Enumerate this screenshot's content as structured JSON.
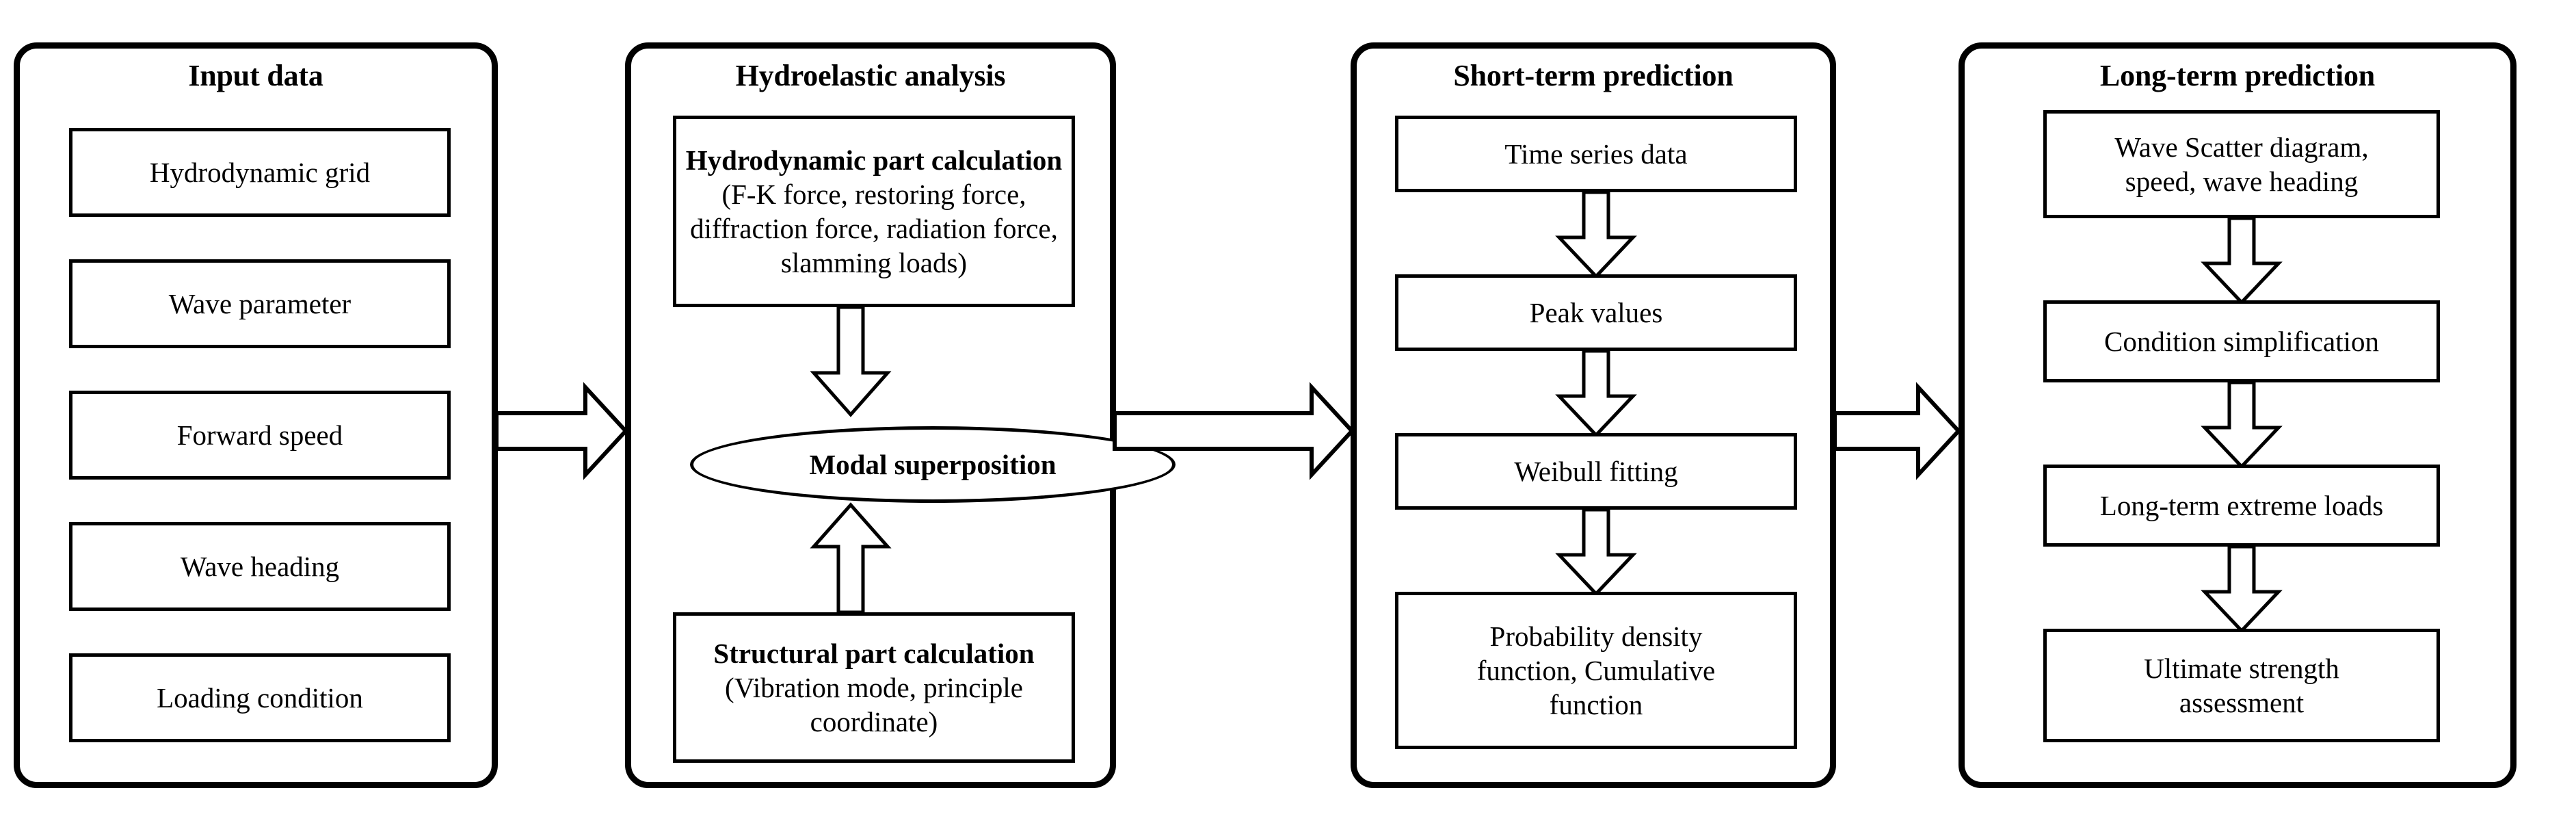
{
  "diagram": {
    "title": "Hydroelastic analysis and extreme load prediction flowchart",
    "background_color": "#ffffff",
    "line_color": "#000000",
    "panels": [
      {
        "id": "input-data",
        "title": "Input data",
        "nodes": [
          {
            "id": "hydrodynamic-grid",
            "lines": [
              {
                "text": "Hydrodynamic grid",
                "bold": false
              }
            ]
          },
          {
            "id": "wave-parameter",
            "lines": [
              {
                "text": "Wave parameter",
                "bold": false
              }
            ]
          },
          {
            "id": "forward-speed",
            "lines": [
              {
                "text": "Forward speed",
                "bold": false
              }
            ]
          },
          {
            "id": "wave-heading",
            "lines": [
              {
                "text": "Wave heading",
                "bold": false
              }
            ]
          },
          {
            "id": "loading-condition",
            "lines": [
              {
                "text": "Loading condition",
                "bold": false
              }
            ]
          }
        ]
      },
      {
        "id": "hydroelastic-analysis",
        "title": "Hydroelastic analysis",
        "nodes": [
          {
            "id": "hydrodynamic-part-calculation",
            "lines": [
              {
                "text": "Hydrodynamic part calculation",
                "bold": true
              },
              {
                "text": "(F-K force, restoring force,",
                "bold": false
              },
              {
                "text": "diffraction force, radiation force,",
                "bold": false
              },
              {
                "text": "slamming loads)",
                "bold": false
              }
            ]
          },
          {
            "id": "modal-superposition",
            "shape": "ellipse",
            "lines": [
              {
                "text": "Modal superposition",
                "bold": true
              }
            ]
          },
          {
            "id": "structural-part-calculation",
            "lines": [
              {
                "text": "Structural part calculation",
                "bold": true
              },
              {
                "text": "(Vibration mode, principle",
                "bold": false
              },
              {
                "text": "coordinate)",
                "bold": false
              }
            ]
          }
        ]
      },
      {
        "id": "short-term-prediction",
        "title": "Short-term prediction",
        "nodes": [
          {
            "id": "time-series-data",
            "lines": [
              {
                "text": "Time series data",
                "bold": false
              }
            ]
          },
          {
            "id": "peak-values",
            "lines": [
              {
                "text": "Peak values",
                "bold": false
              }
            ]
          },
          {
            "id": "weibull-fitting",
            "lines": [
              {
                "text": "Weibull fitting",
                "bold": false
              }
            ]
          },
          {
            "id": "probability-density-function",
            "lines": [
              {
                "text": "Probability density",
                "bold": false
              },
              {
                "text": "function, Cumulative",
                "bold": false
              },
              {
                "text": "function",
                "bold": false
              }
            ]
          }
        ]
      },
      {
        "id": "long-term-prediction",
        "title": "Long-term prediction",
        "nodes": [
          {
            "id": "wave-scatter-diagram",
            "lines": [
              {
                "text": "Wave Scatter diagram,",
                "bold": false
              },
              {
                "text": "speed, wave heading",
                "bold": false
              }
            ]
          },
          {
            "id": "condition-simplification",
            "lines": [
              {
                "text": "Condition simplification",
                "bold": false
              }
            ]
          },
          {
            "id": "long-term-extreme-loads",
            "lines": [
              {
                "text": "Long-term extreme loads",
                "bold": false
              }
            ]
          },
          {
            "id": "ultimate-strength-assessment",
            "lines": [
              {
                "text": "Ultimate strength",
                "bold": false
              },
              {
                "text": "assessment",
                "bold": false
              }
            ]
          }
        ]
      }
    ],
    "connectors": {
      "between_panels": [
        {
          "id": "input-to-hydroelastic",
          "direction": "right"
        },
        {
          "id": "hydroelastic-to-shortterm",
          "direction": "right"
        },
        {
          "id": "shortterm-to-longterm",
          "direction": "right"
        }
      ],
      "within_panels": [
        {
          "id": "hydrodynamic-to-modal",
          "direction": "down"
        },
        {
          "id": "structural-to-modal",
          "direction": "up"
        },
        {
          "id": "timeseries-to-peak",
          "direction": "down"
        },
        {
          "id": "peak-to-weibull",
          "direction": "down"
        },
        {
          "id": "weibull-to-pdf",
          "direction": "down"
        },
        {
          "id": "scatter-to-condition",
          "direction": "down"
        },
        {
          "id": "condition-to-loads",
          "direction": "down"
        },
        {
          "id": "loads-to-ultimate",
          "direction": "down"
        }
      ]
    }
  }
}
